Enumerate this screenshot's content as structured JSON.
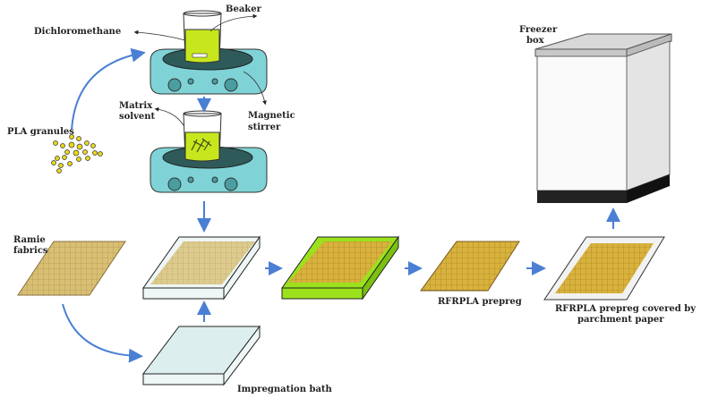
{
  "labels": {
    "beaker": "Beaker",
    "dichloromethane": "Dichloromethane",
    "matrix_solvent_1": "Matrix",
    "matrix_solvent_2": "solvent",
    "magnetic_stirrer_1": "Magnetic",
    "magnetic_stirrer_2": "stirrer",
    "pla_granules": "PLA granules",
    "ramie_fabrics_1": "Ramie",
    "ramie_fabrics_2": "fabrics",
    "impregnation_bath": "Impregnation bath",
    "rfrpla_prepreg": "RFRPLA prepreg",
    "covered_1": "RFRPLA prepreg covered by",
    "covered_2": "parchment paper",
    "freezer_1": "Freezer",
    "freezer_2": "box"
  },
  "colors": {
    "arrow": "#4a7fd4",
    "stirrer": "#7fd3d6",
    "stirrer_plate": "#2f5a5a",
    "solution": "#c8e61e",
    "fabric": "#d9bf73",
    "green_bath": "#9be21c"
  }
}
